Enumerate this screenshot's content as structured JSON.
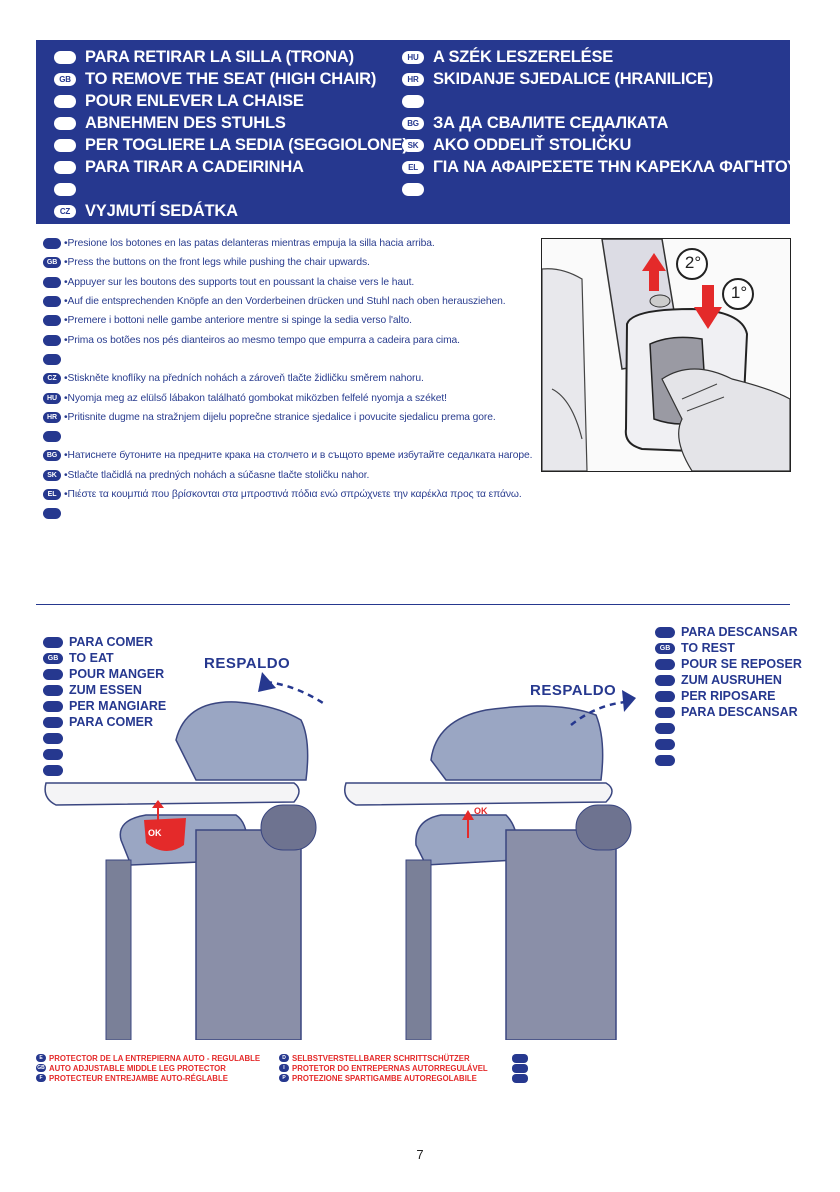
{
  "banner": {
    "left": [
      {
        "code": "",
        "text": "PARA RETIRAR LA SILLA (TRONA)"
      },
      {
        "code": "GB",
        "text": "TO REMOVE THE SEAT (HIGH CHAIR)"
      },
      {
        "code": "",
        "text": "POUR ENLEVER LA CHAISE"
      },
      {
        "code": "",
        "text": "ABNEHMEN DES STUHLS"
      },
      {
        "code": "",
        "text": "PER TOGLIERE LA SEDIA (SEGGIOLONE)"
      },
      {
        "code": "",
        "text": "PARA TIRAR A CADEIRINHA"
      },
      {
        "code": "",
        "text": ""
      },
      {
        "code": "CZ",
        "text": "VYJMUTÍ SEDÁTKA"
      }
    ],
    "right": [
      {
        "code": "HU",
        "text": "A SZÉK LESZERELÉSE"
      },
      {
        "code": "HR",
        "text": "SKIDANJE SJEDALICE  (HRANILICE)"
      },
      {
        "code": "",
        "text": ""
      },
      {
        "code": "BG",
        "text": "ЗА ДА СВАЛИТЕ СЕДАЛКАТА"
      },
      {
        "code": "SK",
        "text": "AKO ODDELIŤ STOLIČKU"
      },
      {
        "code": "EL",
        "text": "ΓΙΑ ΝΑ ΑΦΑΙΡΕΣΕΤΕ ΤΗΝ ΚΑΡΕΚΛΑ ΦΑΓΗΤΟΥ"
      },
      {
        "code": "",
        "text": ""
      }
    ]
  },
  "instructions": [
    {
      "code": "",
      "text": "•Presione los botones en las patas delanteras mientras empuja la silla hacia arriba."
    },
    {
      "code": "GB",
      "text": "•Press the buttons on the front legs while pushing the chair upwards."
    },
    {
      "code": "",
      "text": "•Appuyer sur les boutons des supports tout en poussant la chaise vers le haut."
    },
    {
      "code": "",
      "text": "•Auf die entsprechenden Knöpfe an den Vorderbeinen drücken und Stuhl nach oben herausziehen."
    },
    {
      "code": "",
      "text": "•Premere i bottoni nelle gambe anteriore mentre si spinge la sedia verso l'alto."
    },
    {
      "code": "",
      "text": "•Prima os botões nos pés dianteiros ao mesmo tempo que empurra a cadeira para cima."
    },
    {
      "code": "",
      "text": ""
    },
    {
      "code": "CZ",
      "text": "•Stiskněte knoflíky na předních nohách a zároveň tlačte židličku směrem nahoru."
    },
    {
      "code": "HU",
      "text": "•Nyomja meg az elülső lábakon található gombokat miközben felfelé nyomja a széket!"
    },
    {
      "code": "HR",
      "text": "•Pritisnite dugme na stražnjem dijelu poprečne stranice sjedalice i povucite sjedalicu prema gore."
    },
    {
      "code": "",
      "text": ""
    },
    {
      "code": "BG",
      "text": "•Натиснете бутоните на предните крака на столчето и в същото време избутайте седалката нагоре."
    },
    {
      "code": "SK",
      "text": "•Stlačte tlačidlá na predných nohách a súčasne tlačte stoličku nahor."
    },
    {
      "code": "EL",
      "text": "•Πιέστε τα κουμπιά που βρίσκονται στα μπροστινά πόδια ενώ σπρώχνετε την καρέκλα προς τα επάνω."
    },
    {
      "code": "",
      "text": ""
    }
  ],
  "photo": {
    "step1": "1°",
    "step2": "2°"
  },
  "eat": [
    {
      "code": "",
      "text": "PARA COMER"
    },
    {
      "code": "GB",
      "text": "TO EAT"
    },
    {
      "code": "",
      "text": "POUR MANGER"
    },
    {
      "code": "",
      "text": "ZUM ESSEN"
    },
    {
      "code": "",
      "text": "PER MANGIARE"
    },
    {
      "code": "",
      "text": "PARA COMER"
    },
    {
      "code": "",
      "text": ""
    },
    {
      "code": "",
      "text": ""
    },
    {
      "code": "",
      "text": ""
    }
  ],
  "rest": [
    {
      "code": "",
      "text": "PARA DESCANSAR"
    },
    {
      "code": "GB",
      "text": "TO REST"
    },
    {
      "code": "",
      "text": " POUR SE REPOSER"
    },
    {
      "code": "",
      "text": "ZUM AUSRUHEN"
    },
    {
      "code": "",
      "text": "PER RIPOSARE"
    },
    {
      "code": "",
      "text": "PARA DESCANSAR"
    },
    {
      "code": "",
      "text": ""
    },
    {
      "code": "",
      "text": ""
    },
    {
      "code": "",
      "text": ""
    }
  ],
  "respaldo_left": "RESPALDO",
  "respaldo_right": "RESPALDO",
  "ok_left": "OK",
  "ok_right": "OK",
  "footer": {
    "col1": [
      {
        "code": "E",
        "text": "PROTECTOR DE LA ENTREPIERNA AUTO - REGULABLE"
      },
      {
        "code": "GB",
        "text": "AUTO ADJUSTABLE MIDDLE LEG PROTECTOR"
      },
      {
        "code": "F",
        "text": "PROTECTEUR ENTREJAMBE AUTO-RÉGLABLE"
      }
    ],
    "col2": [
      {
        "code": "D",
        "text": "SELBSTVERSTELLBARER SCHRITTSCHÜTZER"
      },
      {
        "code": "I",
        "text": "PROTETOR DO ENTREPERNAS AUTORREGULÁVEL"
      },
      {
        "code": "P",
        "text": "PROTEZIONE SPARTIGAMBE AUTOREGOLABILE"
      }
    ],
    "col3": [
      {
        "code": "",
        "text": ""
      },
      {
        "code": "",
        "text": ""
      },
      {
        "code": "",
        "text": ""
      }
    ]
  },
  "page_number": "7"
}
